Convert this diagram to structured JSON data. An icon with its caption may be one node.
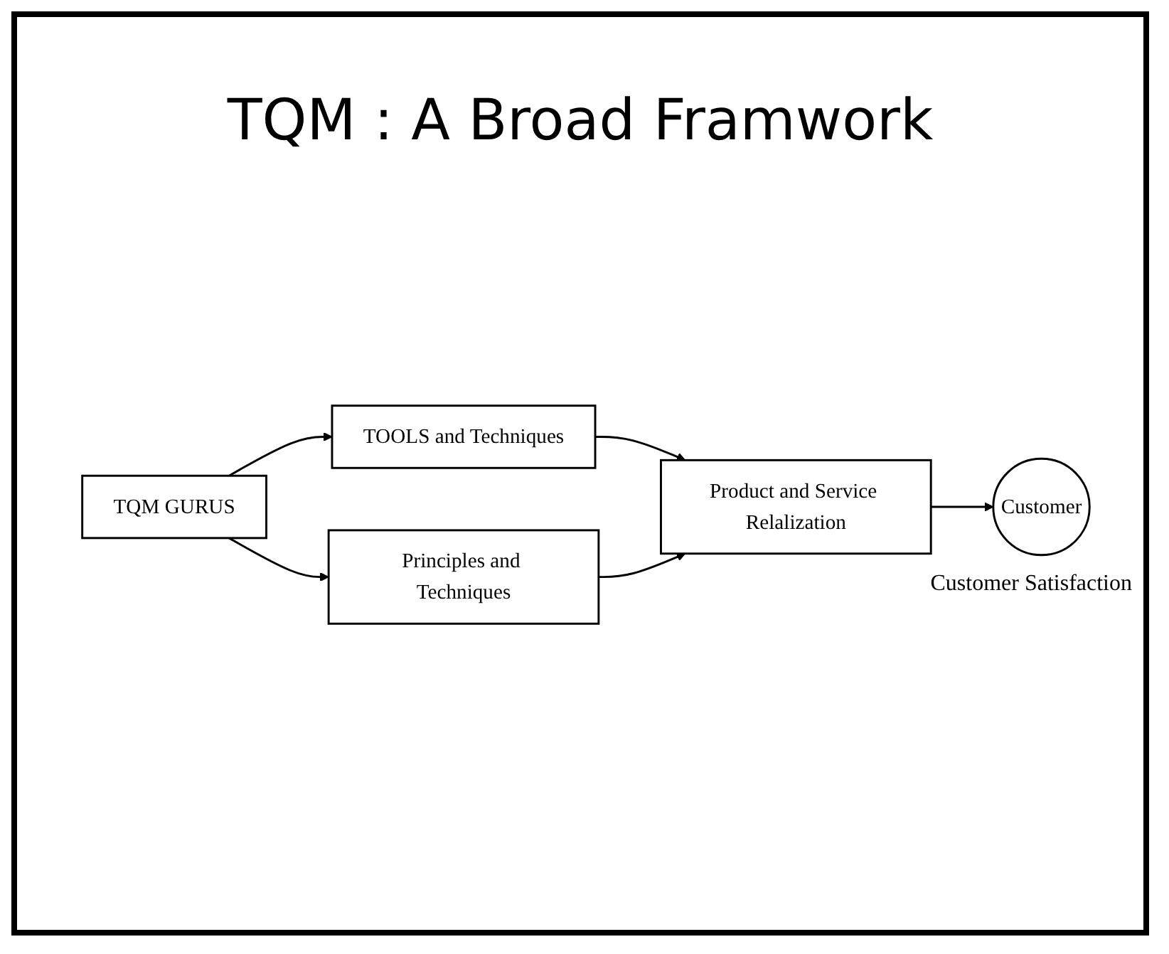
{
  "diagram": {
    "title": "TQM : A Broad Framwork",
    "nodes": [
      {
        "text": [
          "TQM GURUS"
        ]
      },
      {
        "text": [
          "TOOLS and Techniques"
        ]
      },
      {
        "text": [
          "Principles and Techniques"
        ]
      },
      {
        "text": [
          "Product and Service Relalization"
        ]
      },
      {
        "text": [
          "Customer"
        ],
        "beside": [
          "Customer Satisfaction"
        ]
      }
    ],
    "edges": [
      {
        "from": 0,
        "to": 1,
        "arrow": "to"
      },
      {
        "from": 0,
        "to": 2,
        "arrow": "to"
      },
      {
        "from": 1,
        "to": 3,
        "arrow": "to"
      },
      {
        "from": 2,
        "to": 3,
        "arrow": "to"
      },
      {
        "from": 3,
        "to": 4,
        "arrow": "to"
      }
    ]
  }
}
